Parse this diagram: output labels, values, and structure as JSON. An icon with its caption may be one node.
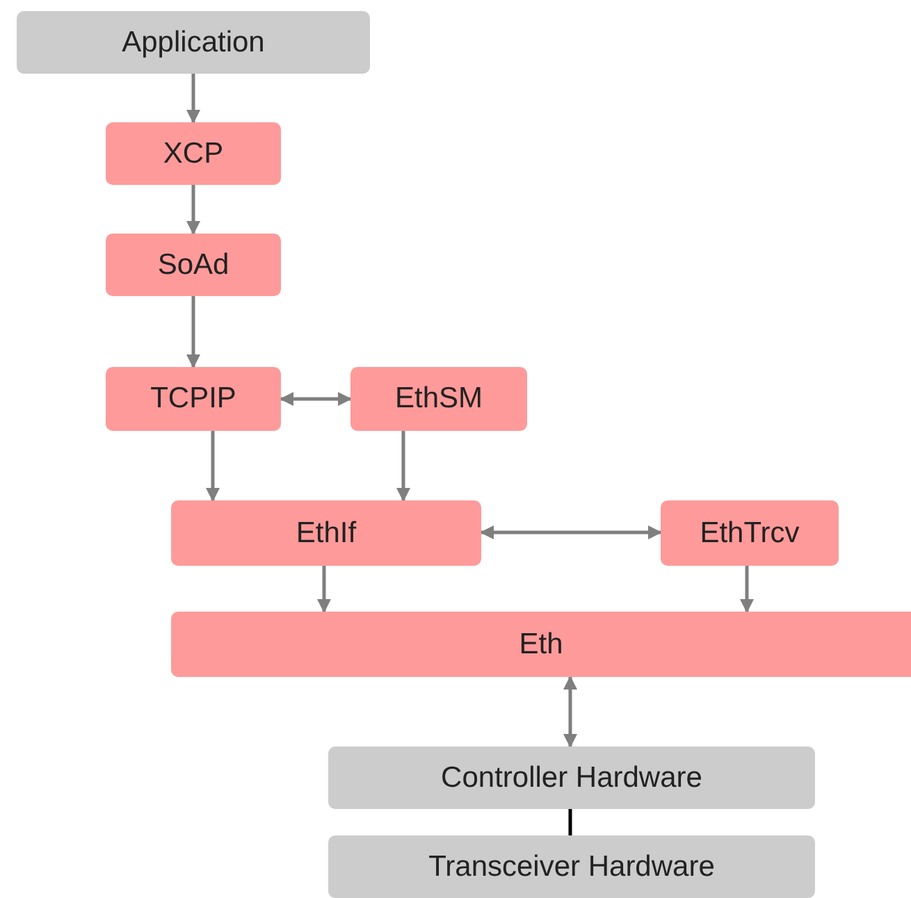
{
  "diagram": {
    "nodes": [
      {
        "text": [
          "Application"
        ]
      },
      {
        "text": [
          "XCP"
        ]
      },
      {
        "text": [
          "SoAd"
        ]
      },
      {
        "text": [
          "TCPIP"
        ]
      },
      {
        "text": [
          "EthSM"
        ]
      },
      {
        "text": [
          "EthIf"
        ]
      },
      {
        "text": [
          "EthTrcv"
        ]
      },
      {
        "text": [
          "Eth"
        ]
      },
      {
        "text": [
          "Controller Hardware"
        ]
      },
      {
        "text": [
          "Transceiver Hardware"
        ]
      }
    ],
    "edges": [
      {
        "from": 0,
        "to": 1,
        "arrow": "to"
      },
      {
        "from": 1,
        "to": 2,
        "arrow": "to"
      },
      {
        "from": 2,
        "to": 3,
        "arrow": "to"
      },
      {
        "from": 3,
        "to": 4,
        "arrow": "both"
      },
      {
        "from": 3,
        "to": 5,
        "arrow": "to"
      },
      {
        "from": 4,
        "to": 5,
        "arrow": "to"
      },
      {
        "from": 5,
        "to": 6,
        "arrow": "both"
      },
      {
        "from": 5,
        "to": 7,
        "arrow": "to"
      },
      {
        "from": 6,
        "to": 7,
        "arrow": "to"
      },
      {
        "from": 7,
        "to": 8,
        "arrow": "both"
      },
      {
        "from": 8,
        "to": 9,
        "arrow": "none",
        "color": "#000000"
      }
    ]
  }
}
